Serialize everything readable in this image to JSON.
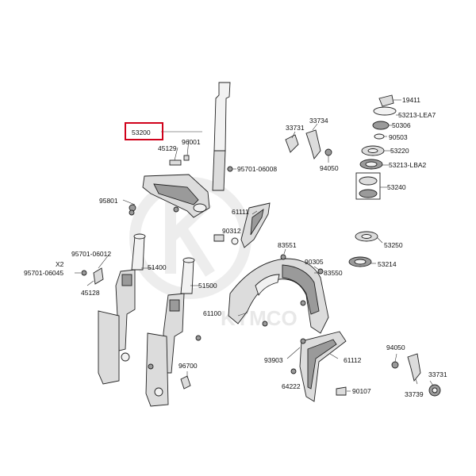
{
  "watermark": {
    "brand_text": "KYMCO"
  },
  "highlight_color": "#d0021b",
  "labels": {
    "p53200": "53200",
    "p96001": "96001",
    "p45129": "45129",
    "p95701_06008": "95701-06008",
    "p95801": "95801",
    "p95701_06012": "95701-06012",
    "x2": "X2",
    "p95701_06045": "95701-06045",
    "p45128": "45128",
    "p51400": "51400",
    "p51500": "51500",
    "p96700": "96700",
    "p33731_top": "33731",
    "p33734": "33734",
    "p94050_top": "94050",
    "p19411": "19411",
    "p53213_lea7": "53213-LEA7",
    "p50306": "50306",
    "p90503": "90503",
    "p53220": "53220",
    "p53213_lba2": "53213-LBA2",
    "p53240": "53240",
    "p61111": "61111",
    "p90312": "90312",
    "p83551": "83551",
    "p90305": "90305",
    "p83550": "83550",
    "p53250": "53250",
    "p53214": "53214",
    "p61100": "61100",
    "p93903": "93903",
    "p61112": "61112",
    "p64222": "64222",
    "p90107": "90107",
    "p94050_bottom": "94050",
    "p33731_bottom": "33731",
    "p33739": "33739"
  }
}
